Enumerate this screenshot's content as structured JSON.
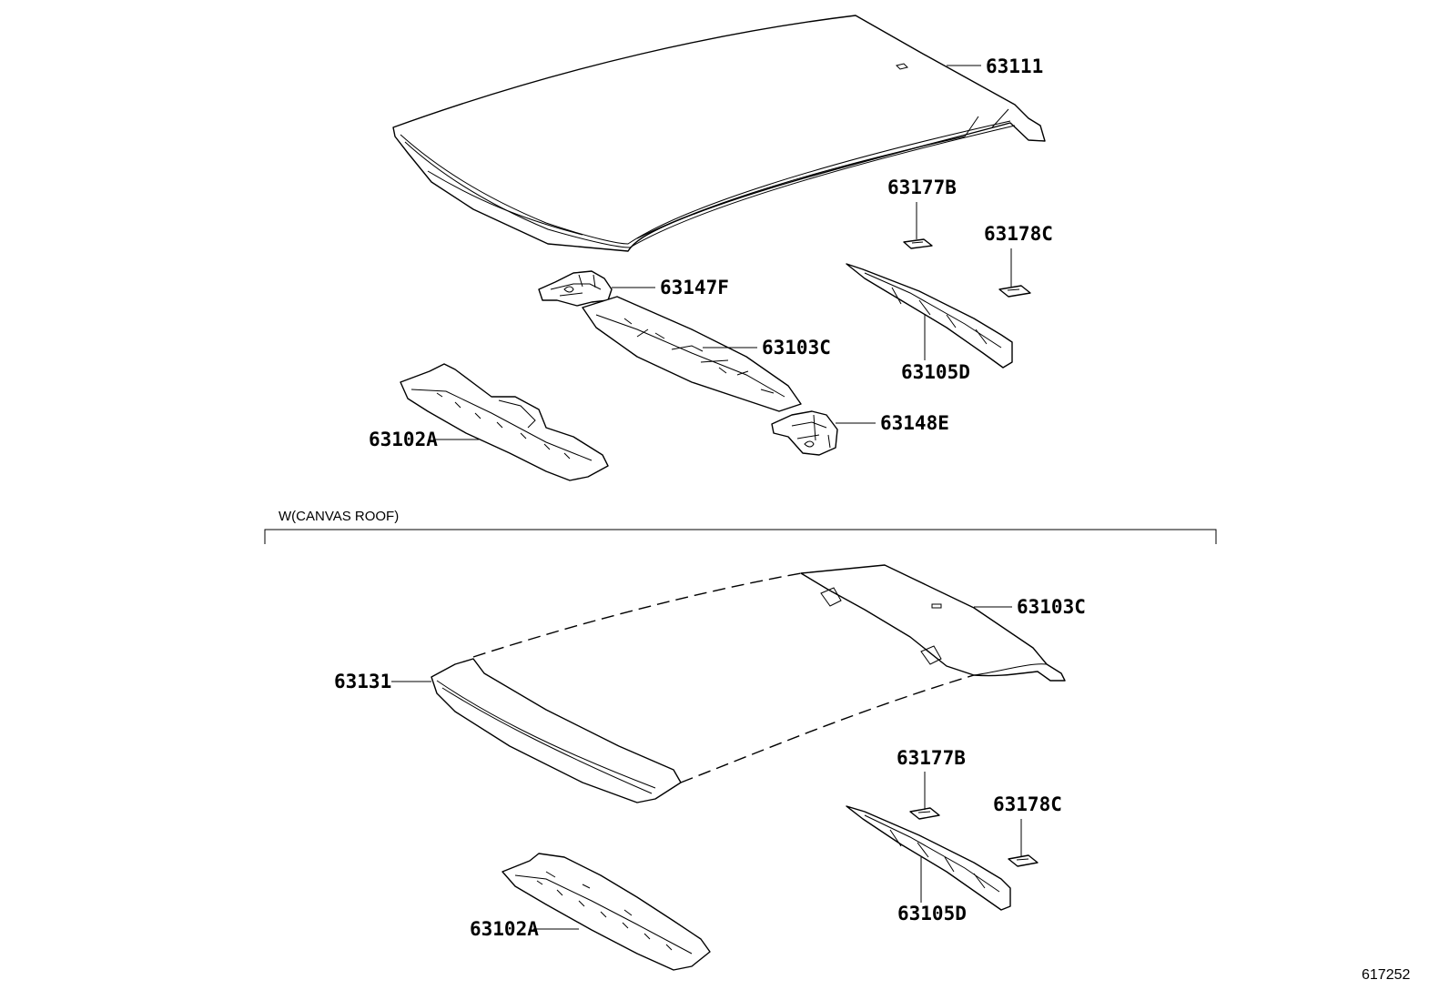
{
  "callouts": {
    "p63111": "63111",
    "p63177B_top": "63177B",
    "p63178C_top": "63178C",
    "p63147F": "63147F",
    "p63103C_top": "63103C",
    "p63105D_top": "63105D",
    "p63148E": "63148E",
    "p63102A_top": "63102A",
    "p63103C_bottom": "63103C",
    "p63131": "63131",
    "p63177B_bottom": "63177B",
    "p63178C_bottom": "63178C",
    "p63105D_bottom": "63105D",
    "p63102A_bottom": "63102A"
  },
  "section_label": "W(CANVAS ROOF)",
  "diagram_ref": "617252"
}
